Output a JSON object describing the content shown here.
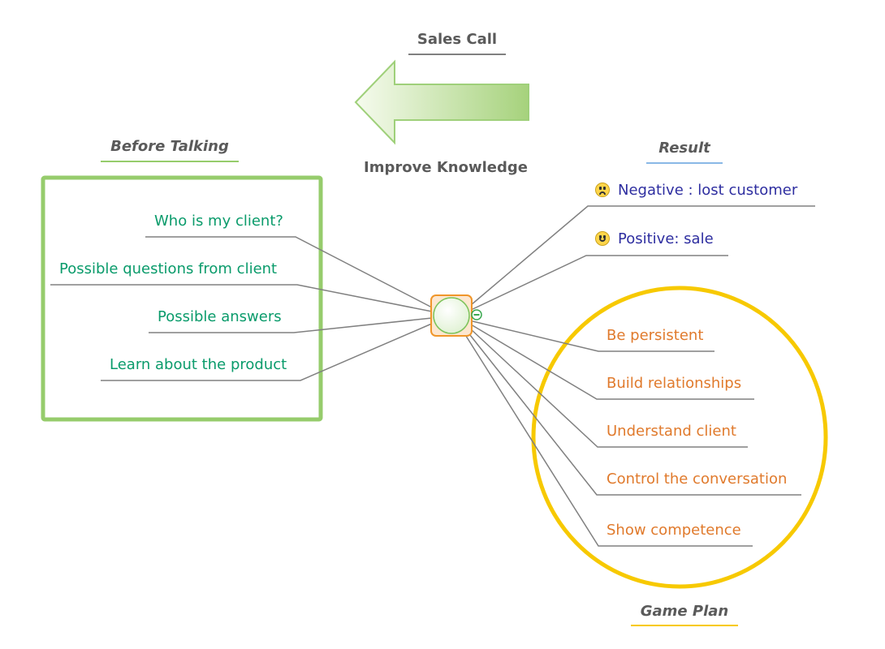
{
  "title": "Sales Call",
  "arrow_label": "Improve Knowledge",
  "before_talking": {
    "title": "Before Talking",
    "items": [
      "Who is my client?",
      "Possible questions from client",
      "Possible answers",
      "Learn about the product"
    ]
  },
  "result": {
    "title": "Result",
    "items": [
      {
        "label": "Negative : lost customer",
        "icon": "sad-face-icon"
      },
      {
        "label": "Positive: sale",
        "icon": "smiley-face-icon"
      }
    ]
  },
  "game_plan": {
    "title": "Game Plan",
    "items": [
      "Be persistent",
      "Build relationships",
      "Understand client",
      "Control the conversation",
      "Show competence"
    ]
  },
  "colors": {
    "green_text": "#0a9b6b",
    "blue_text": "#2e2ea0",
    "orange_text": "#e07a2c",
    "box_green": "#96cc6c",
    "circle_yellow": "#f7c900",
    "result_underline": "#8ab8e6"
  }
}
